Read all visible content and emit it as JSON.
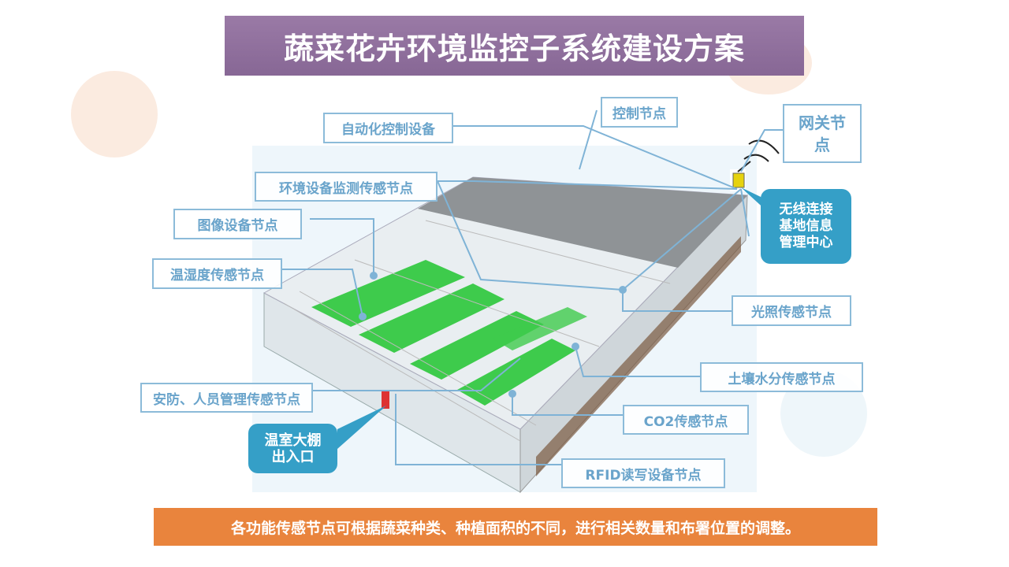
{
  "title": "蔬菜花卉环境监控子系统建设方案",
  "labels": {
    "auto_control": "自动化控制设备",
    "control_node": "控制节点",
    "gateway_node": "网关节点",
    "env_monitor": "环境设备监测传感节点",
    "image_node": "图像设备节点",
    "temp_humidity": "温湿度传感节点",
    "light": "光照传感节点",
    "soil_moisture": "土壤水分传感节点",
    "security": "安防、人员管理传感节点",
    "co2": "CO2传感节点",
    "rfid": "RFID读写设备节点"
  },
  "bubbles": {
    "wireless": "无线连接基地信息管理中心",
    "entrance": "温室大棚出入口"
  },
  "footer": "各功能传感节点可根据蔬菜种类、种植面积的不同，进行相关数量和布署位置的调整。",
  "colors": {
    "title_bg": "#8f6e9a",
    "label": "#6aa4cb",
    "bubble": "#359fc7",
    "footer_bg": "#e9843d"
  }
}
